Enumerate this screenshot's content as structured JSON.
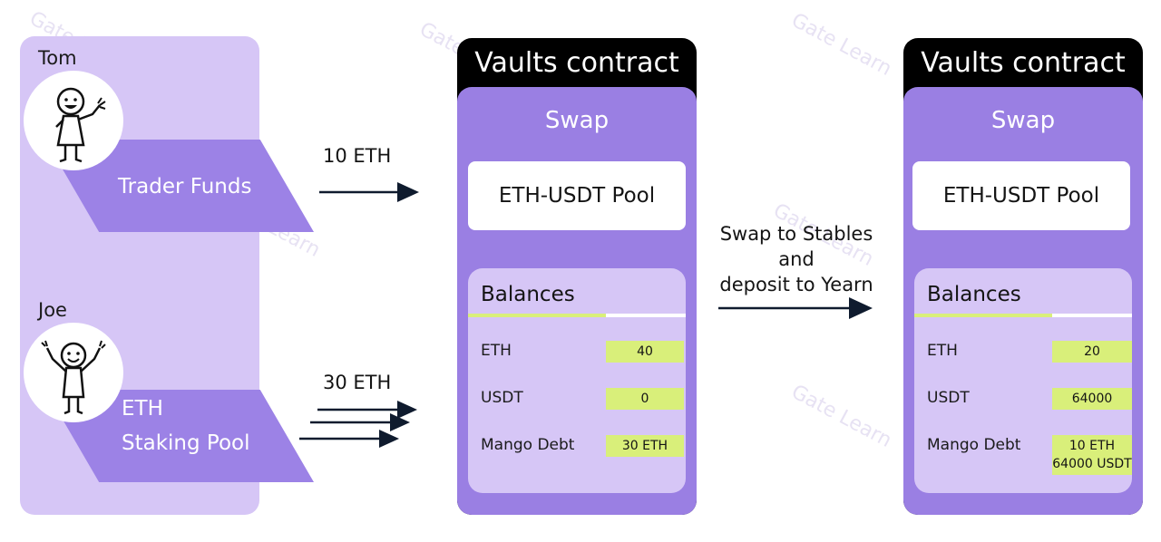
{
  "watermark": "Gate Learn",
  "left": {
    "tom": {
      "name": "Tom",
      "pool_label": "Trader Funds"
    },
    "joe": {
      "name": "Joe",
      "pool_line1": "ETH",
      "pool_line2": "Staking Pool"
    }
  },
  "arrows": {
    "top": "10 ETH",
    "bottom": "30 ETH"
  },
  "middle_label": {
    "line1": "Swap to Stables",
    "line2": "and",
    "line3": "deposit to Yearn"
  },
  "vaults": [
    {
      "title": "Vaults contract",
      "swap": "Swap",
      "pool": "ETH-USDT Pool",
      "balances_title": "Balances",
      "rows": [
        {
          "label": "ETH",
          "value": "40"
        },
        {
          "label": "USDT",
          "value": "0"
        },
        {
          "label": "Mango Debt",
          "value": "30 ETH",
          "value2": ""
        }
      ]
    },
    {
      "title": "Vaults contract",
      "swap": "Swap",
      "pool": "ETH-USDT Pool",
      "balances_title": "Balances",
      "rows": [
        {
          "label": "ETH",
          "value": "20"
        },
        {
          "label": "USDT",
          "value": "64000"
        },
        {
          "label": "Mango Debt",
          "value": "10 ETH",
          "value2": "64000 USDT"
        }
      ]
    }
  ],
  "colors": {
    "purple": "#9a7fe3",
    "lavender": "#d6c6f6",
    "lime": "#d9ef7a",
    "black": "#000000"
  }
}
